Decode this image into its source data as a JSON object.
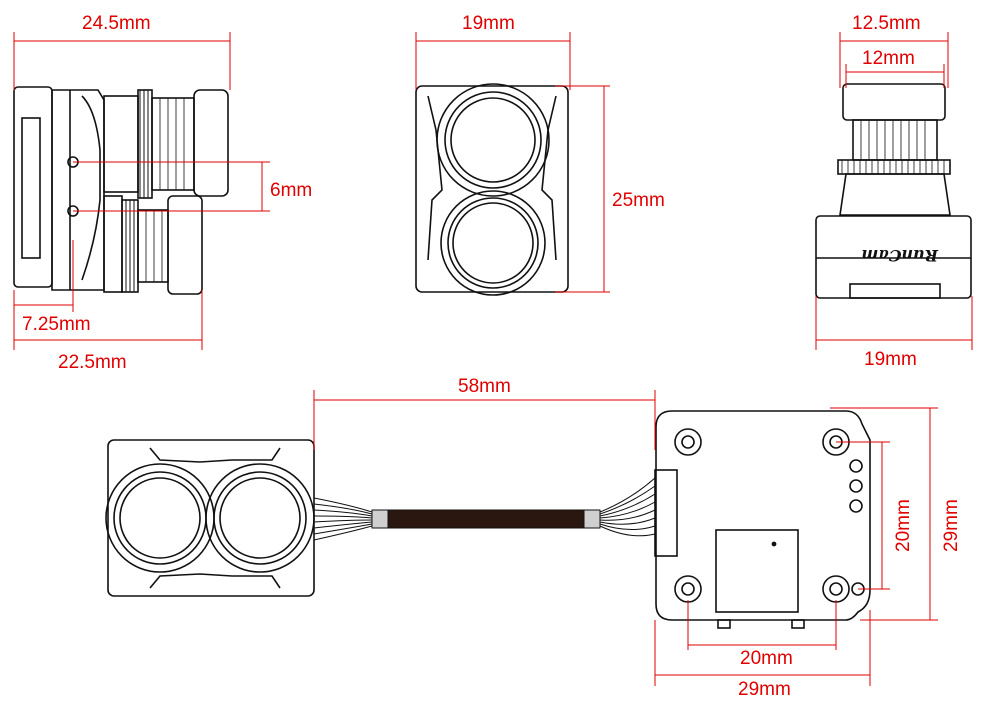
{
  "colors": {
    "dimension": "#e10000",
    "line": "#111111"
  },
  "brand_logo": "RunCam",
  "dimensions": {
    "side_total_length": "24.5mm",
    "side_body_length": "22.5mm",
    "side_back_depth": "7.25mm",
    "lens_spacing": "6mm",
    "front_width": "19mm",
    "front_height": "25mm",
    "top_lens_outer": "12.5mm",
    "top_lens_inner": "12mm",
    "top_width": "19mm",
    "cable_length": "58mm",
    "board_hole_v": "20mm",
    "board_height": "29mm",
    "board_hole_h": "20mm",
    "board_width": "29mm"
  }
}
